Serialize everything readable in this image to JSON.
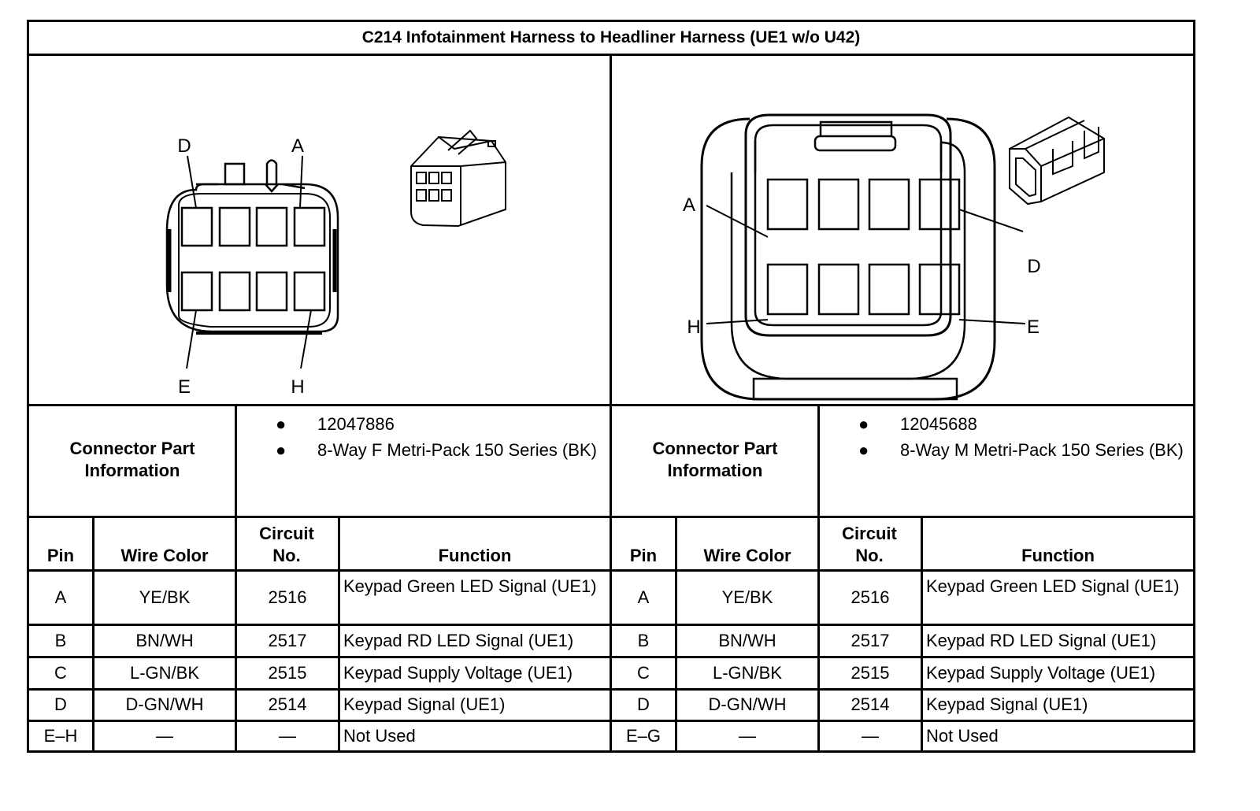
{
  "title": "C214 Infotainment Harness to Headliner Harness (UE1 w/o U42)",
  "left": {
    "pin_labels": {
      "top_left": "D",
      "top_right": "A",
      "bottom_left": "E",
      "bottom_right": "H"
    },
    "connector_part_label": "Connector Part Information",
    "part_number": "12047886",
    "description": "8-Way F Metri-Pack 150 Series (BK)",
    "headers": {
      "pin": "Pin",
      "wire_color": "Wire Color",
      "circuit": "Circuit No.",
      "function": "Function"
    },
    "rows": [
      {
        "pin": "A",
        "wire": "YE/BK",
        "circuit": "2516",
        "function": "Keypad Green LED Signal (UE1)"
      },
      {
        "pin": "B",
        "wire": "BN/WH",
        "circuit": "2517",
        "function": "Keypad RD LED Signal (UE1)"
      },
      {
        "pin": "C",
        "wire": "L-GN/BK",
        "circuit": "2515",
        "function": "Keypad Supply Voltage (UE1)"
      },
      {
        "pin": "D",
        "wire": "D-GN/WH",
        "circuit": "2514",
        "function": "Keypad Signal (UE1)"
      },
      {
        "pin": "E–H",
        "wire": "—",
        "circuit": "—",
        "function": "Not Used"
      }
    ]
  },
  "right": {
    "pin_labels": {
      "top_left": "A",
      "top_right": "D",
      "bottom_left": "H",
      "bottom_right": "E"
    },
    "connector_part_label": "Connector Part Information",
    "part_number": "12045688",
    "description": "8-Way M Metri-Pack 150 Series (BK)",
    "headers": {
      "pin": "Pin",
      "wire_color": "Wire Color",
      "circuit": "Circuit No.",
      "function": "Function"
    },
    "rows": [
      {
        "pin": "A",
        "wire": "YE/BK",
        "circuit": "2516",
        "function": "Keypad Green LED Signal (UE1)"
      },
      {
        "pin": "B",
        "wire": "BN/WH",
        "circuit": "2517",
        "function": "Keypad RD LED Signal (UE1)"
      },
      {
        "pin": "C",
        "wire": "L-GN/BK",
        "circuit": "2515",
        "function": "Keypad Supply Voltage (UE1)"
      },
      {
        "pin": "D",
        "wire": "D-GN/WH",
        "circuit": "2514",
        "function": "Keypad Signal (UE1)"
      },
      {
        "pin": "E–G",
        "wire": "—",
        "circuit": "—",
        "function": "Not Used"
      }
    ]
  }
}
